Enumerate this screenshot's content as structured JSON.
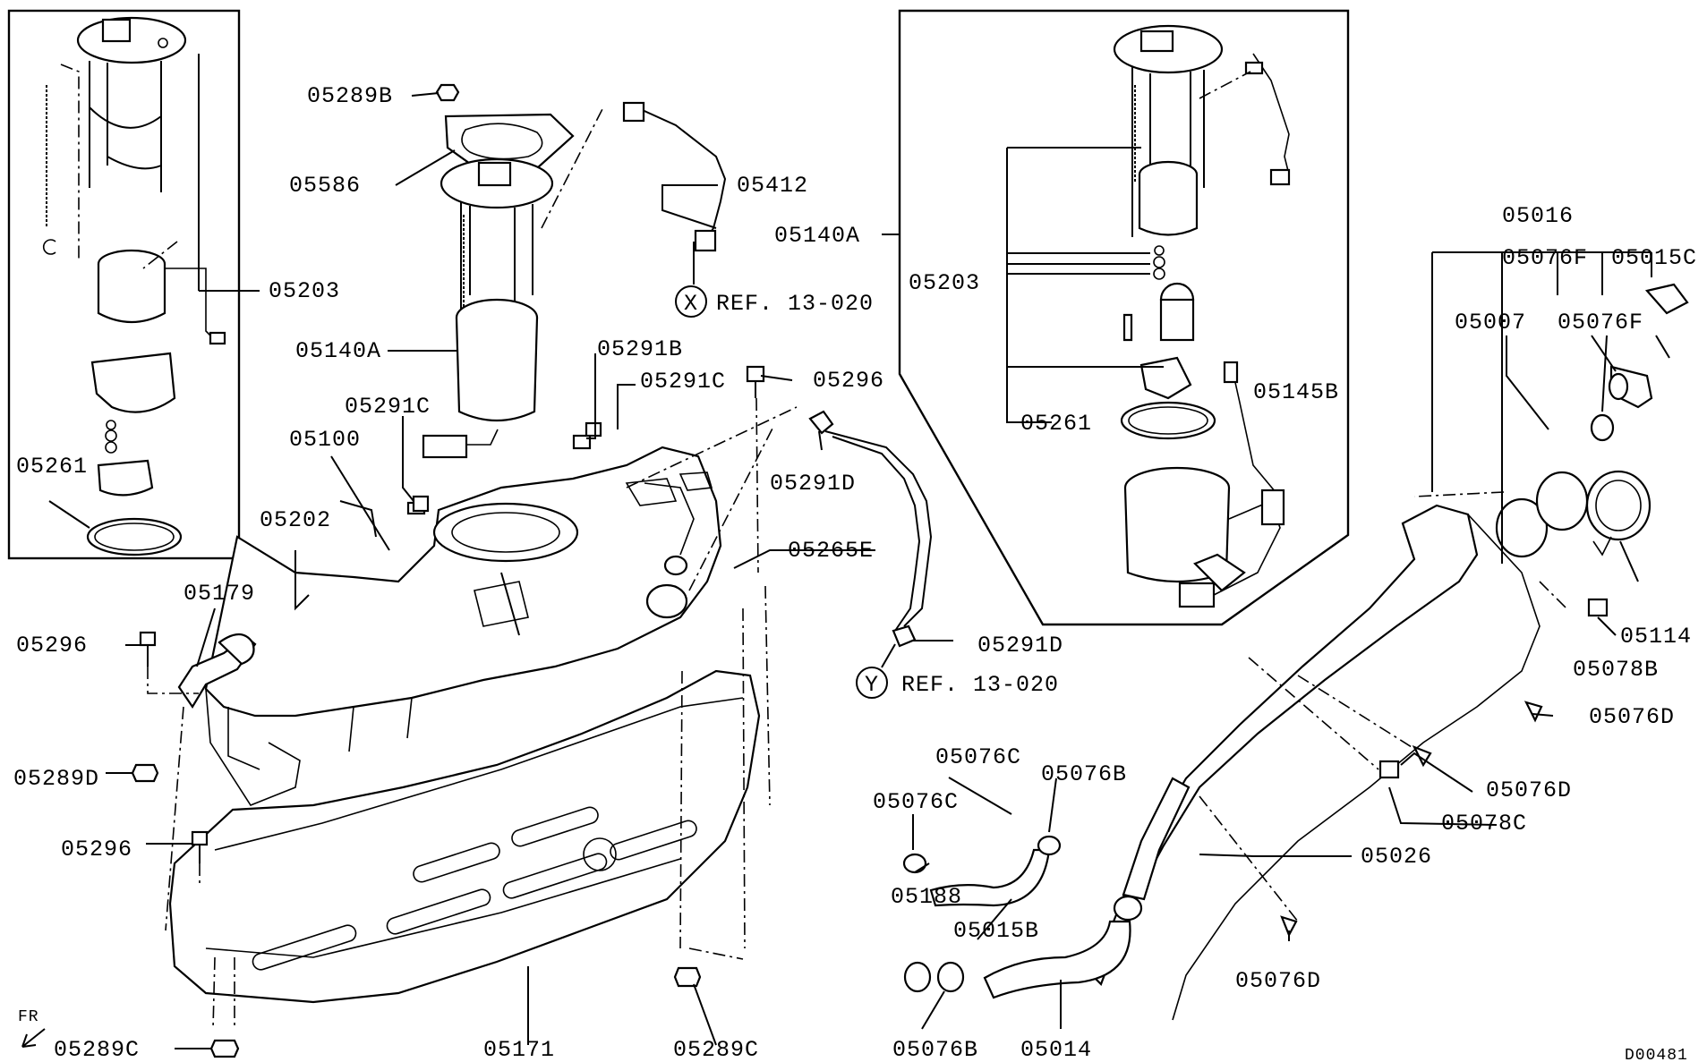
{
  "diagram": {
    "code": "D00481",
    "front_marker": "FR",
    "labels": {
      "p05289B": "05289B",
      "p05586": "05586",
      "p05412": "05412",
      "p05140A_left": "05140A",
      "p05140A_right": "05140A",
      "p05203_left": "05203",
      "p05203_right": "05203",
      "p05261_left": "05261",
      "p05261_right": "05261",
      "p05291B": "05291B",
      "p05291C_top": "05291C",
      "p05291C_left": "05291C",
      "p05296_top": "05296",
      "p05296_left1": "05296",
      "p05296_left2": "05296",
      "p05100": "05100",
      "p05202": "05202",
      "p05179": "05179",
      "p05291D_top": "05291D",
      "p05291D_bottom": "05291D",
      "p05265E": "05265E",
      "p05289D": "05289D",
      "p05289C_left": "05289C",
      "p05289C_mid": "05289C",
      "p05171": "05171",
      "p05076C_top": "05076C",
      "p05076C_left": "05076C",
      "p05076B_top": "05076B",
      "p05076B_bottom": "05076B",
      "p05188": "05188",
      "p05015B": "05015B",
      "p05014": "05014",
      "p05026": "05026",
      "p05076D_right": "05076D",
      "p05076D_mid": "05076D",
      "p05076D_bottom": "05076D",
      "p05078C": "05078C",
      "p05078B": "05078B",
      "p05114": "05114",
      "p05016": "05016",
      "p05007": "05007",
      "p05076F_top": "05076F",
      "p05076F_mid": "05076F",
      "p05015C": "05015C",
      "p05145B": "05145B"
    },
    "references": {
      "x_symbol": "X",
      "x_text": "REF. 13-020",
      "y_symbol": "Y",
      "y_text": "REF. 13-020"
    }
  }
}
